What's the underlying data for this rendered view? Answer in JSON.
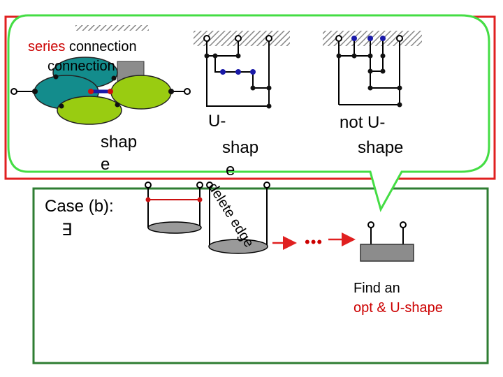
{
  "callout_panel": {
    "series_text": {
      "word_red": "series",
      "word_rest": "connection"
    },
    "overlap_text": "connection",
    "shape_label": [
      "shap",
      "e"
    ],
    "u_shape_label": [
      "U-",
      "shap",
      "e"
    ],
    "not_u_shape_label": [
      "not U-",
      "shape"
    ]
  },
  "case_panel": {
    "case_label": "Case (b):",
    "exists_symbol": "∃",
    "delete_edge_label": "delete edge",
    "ellipsis": "•••",
    "find_text": {
      "line1": "Find an",
      "line2": "opt & U-shape"
    }
  },
  "colors": {
    "outer_frame": "#e02020",
    "callout_border": "#44dd44",
    "case_frame": "#2e7d32",
    "teal_node": "#138c8c",
    "green_node": "#99cc11",
    "arrow_red": "#e02020",
    "blue_dot": "#1a1aa8"
  }
}
